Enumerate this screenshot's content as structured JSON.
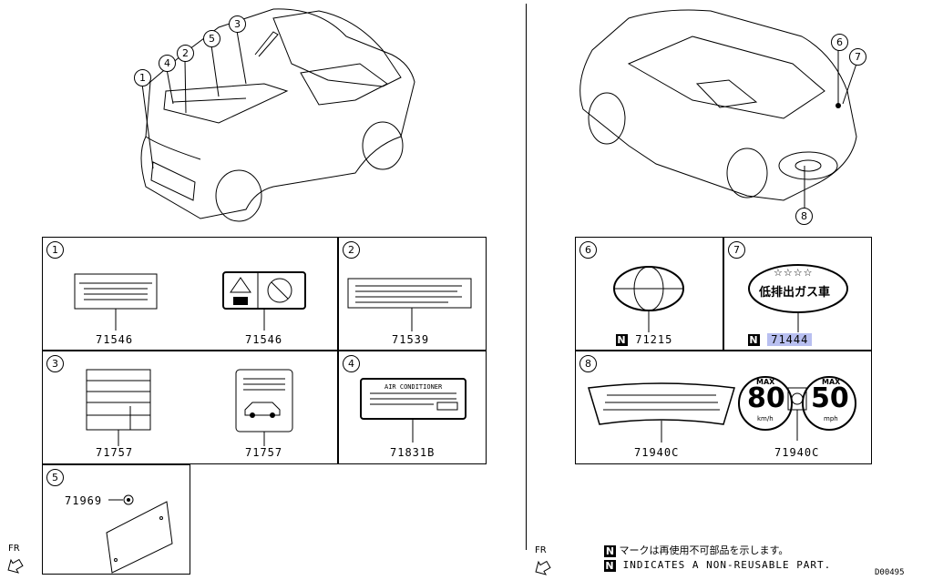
{
  "left_panel": {
    "callouts": [
      "1",
      "4",
      "2",
      "5",
      "3"
    ],
    "cells": [
      {
        "num": "1",
        "parts": [
          "71546",
          "71546"
        ]
      },
      {
        "num": "2",
        "parts": [
          "71539"
        ]
      },
      {
        "num": "3",
        "parts": [
          "71757",
          "71757"
        ]
      },
      {
        "num": "4",
        "parts": [
          "71831B"
        ]
      },
      {
        "num": "5",
        "parts": [
          "71969"
        ]
      }
    ],
    "fr_label": "FR"
  },
  "right_panel": {
    "callouts": [
      "6",
      "7",
      "8"
    ],
    "cells": [
      {
        "num": "6",
        "parts": [
          "71215"
        ],
        "non_reusable": true
      },
      {
        "num": "7",
        "parts": [
          "71444"
        ],
        "non_reusable": true,
        "highlighted": true
      },
      {
        "num": "8",
        "parts": [
          "71940C",
          "71940C"
        ]
      }
    ],
    "fr_label": "FR",
    "speed_label_left": {
      "max": "MAX",
      "value": "80",
      "unit": "km/h"
    },
    "speed_label_right": {
      "max": "MAX",
      "value": "50",
      "unit": "mph"
    },
    "label_7_text": "低排出ガス車",
    "label_4_title": "AIR CONDITIONER"
  },
  "legend": {
    "badge": "N",
    "jp_text": "マークは再使用不可部品を示します。",
    "en_text": "INDICATES A NON-REUSABLE PART."
  },
  "diagram_code": "D00495",
  "colors": {
    "highlight": "#b8bff0",
    "line": "#000000"
  }
}
